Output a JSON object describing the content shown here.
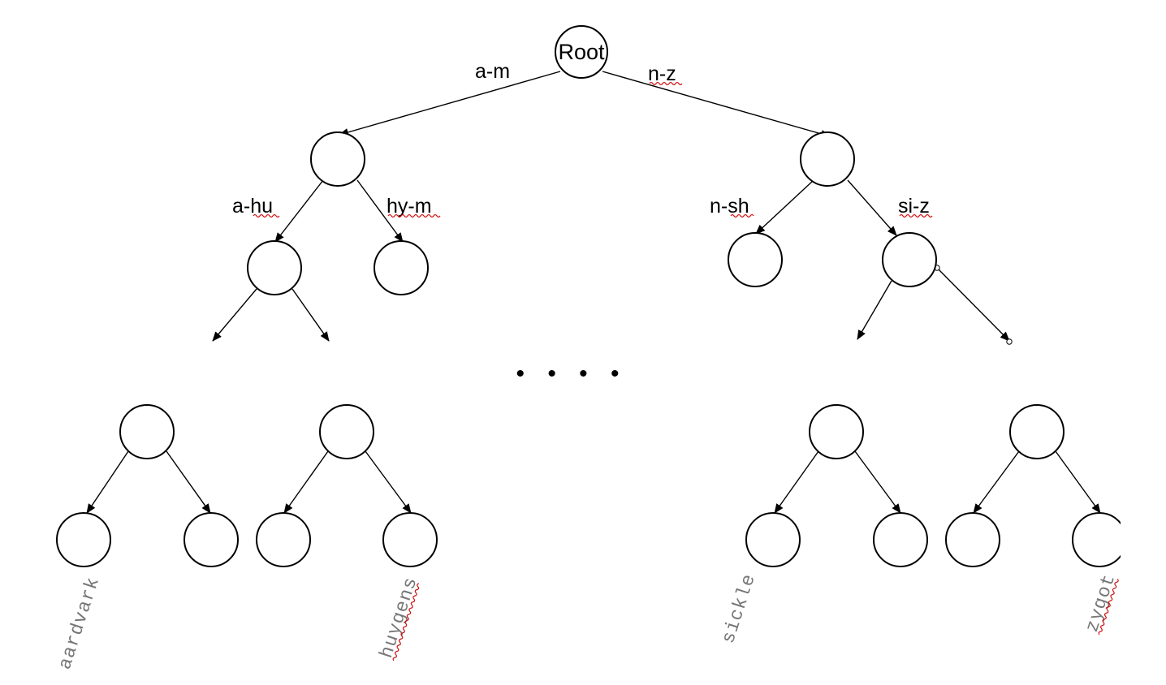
{
  "diagram": {
    "root_label": "Root",
    "edge_labels": {
      "am": "a-m",
      "nz": "n-z",
      "ahu": "a-hu",
      "hym": "hy-m",
      "nsh": "n-sh",
      "siz": "si-z"
    },
    "ellipsis": "• • • •",
    "leaf_words": {
      "aardvark": "aardvark",
      "huygens": "huygens",
      "sickle": "sickle",
      "zygot": "zygot"
    },
    "colors": {
      "line": "#000000",
      "leaf_word": "#777777",
      "spellcheck_squiggle": "#d01010"
    }
  }
}
